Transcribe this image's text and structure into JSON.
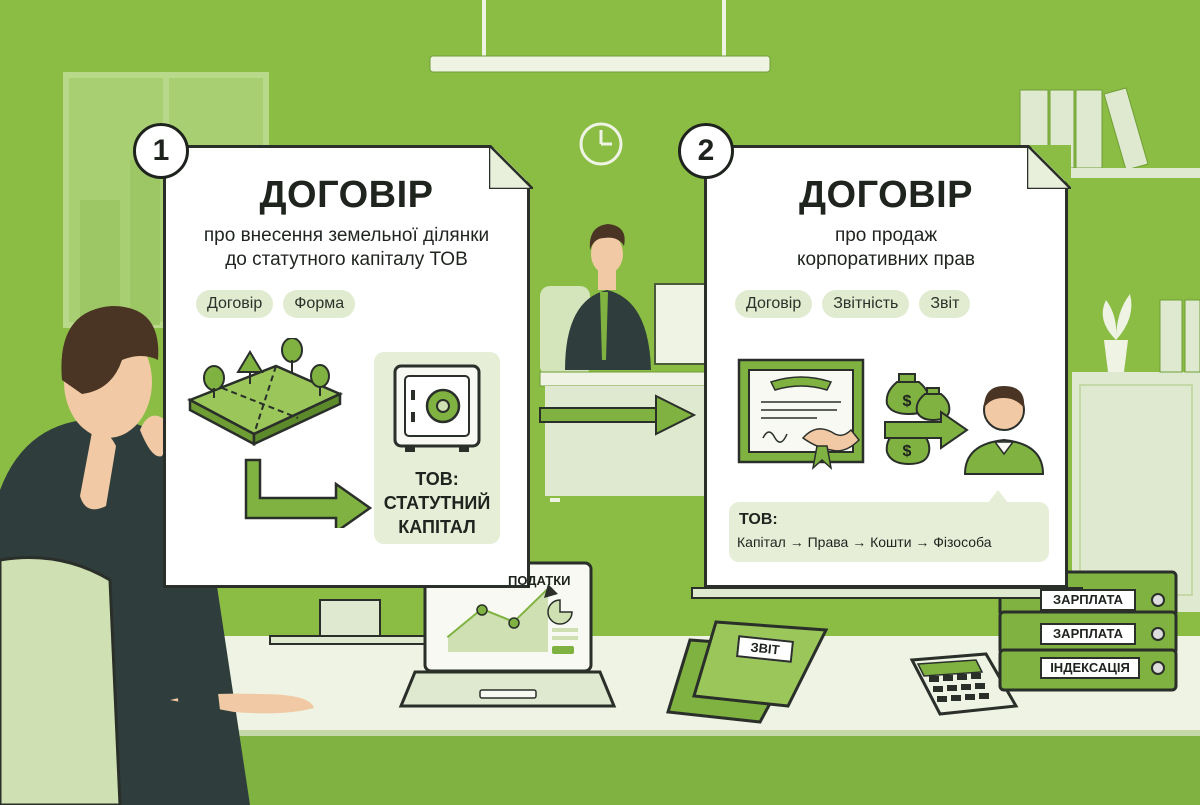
{
  "doc1": {
    "number": "1",
    "title": "ДОГОВІР",
    "subtitle_line1": "про внесення земельної ділянки",
    "subtitle_line2": "до статутного капіталу ТОВ",
    "tags": [
      "Договір",
      "Форма"
    ],
    "tov_line1": "ТОВ:",
    "tov_line2": "СТАТУТНИЙ",
    "tov_line3": "КАПІТАЛ"
  },
  "doc2": {
    "number": "2",
    "title": "ДОГОВІР",
    "subtitle_line1": "про продаж",
    "subtitle_line2": "корпоративних прав",
    "tags": [
      "Договір",
      "Звітність",
      "Звіт"
    ],
    "bubble_title": "ТОВ:",
    "bubble_text": "Капітал → Права → Кошти → Фізособа"
  },
  "desk": {
    "laptop_label": "ПОДАТКИ",
    "folder_label": "ЗВІТ",
    "binders": [
      "ЗАРПЛАТА",
      "ЗАРПЛАТА",
      "ІНДЕКСАЦІЯ"
    ]
  },
  "colors": {
    "background": "#8bbd45",
    "accent": "#7fb241",
    "dark": "#1f241f",
    "light_panel": "#e6eed8"
  }
}
